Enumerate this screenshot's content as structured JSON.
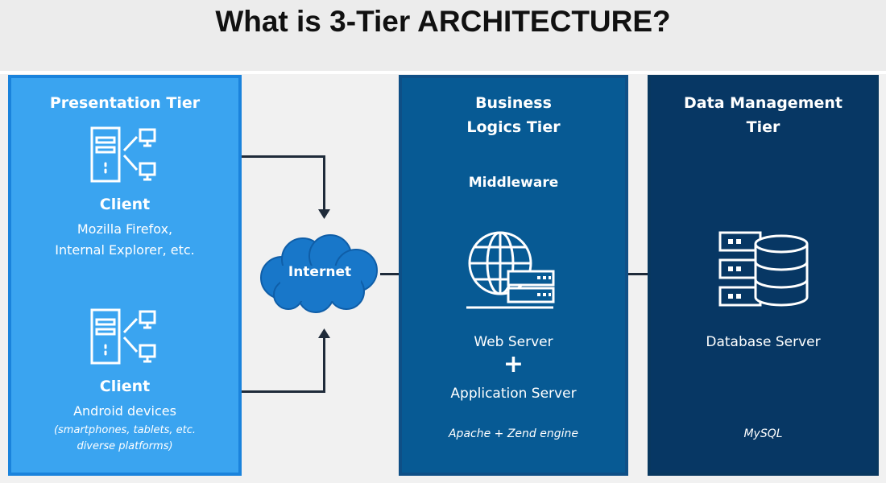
{
  "title": "What is 3-Tier ARCHITECTURE?",
  "presentation": {
    "heading": "Presentation Tier",
    "client1": {
      "label": "Client",
      "line1": "Mozilla Firefox,",
      "line2": "Internal Explorer, etc."
    },
    "client2": {
      "label": "Client",
      "line1": "Android devices",
      "note1": "(smartphones, tablets, etc.",
      "note2": "diverse platforms)"
    }
  },
  "internet": {
    "label": "Internet"
  },
  "business": {
    "heading1": "Business",
    "heading2": "Logics Tier",
    "middleware": "Middleware",
    "web_server": "Web Server",
    "plus": "+",
    "app_server": "Application Server",
    "stack": "Apache + Zend engine"
  },
  "data": {
    "heading1": "Data Management",
    "heading2": "Tier",
    "db_server": "Database Server",
    "stack": "MySQL"
  },
  "colors": {
    "presentation": "#3aa4f0",
    "business": "#075a94",
    "data": "#073764",
    "connector": "#1f2b3a"
  },
  "icons": [
    "client-computer-icon",
    "client-computer-icon",
    "cloud-icon",
    "web-server-icon",
    "database-server-icon"
  ]
}
